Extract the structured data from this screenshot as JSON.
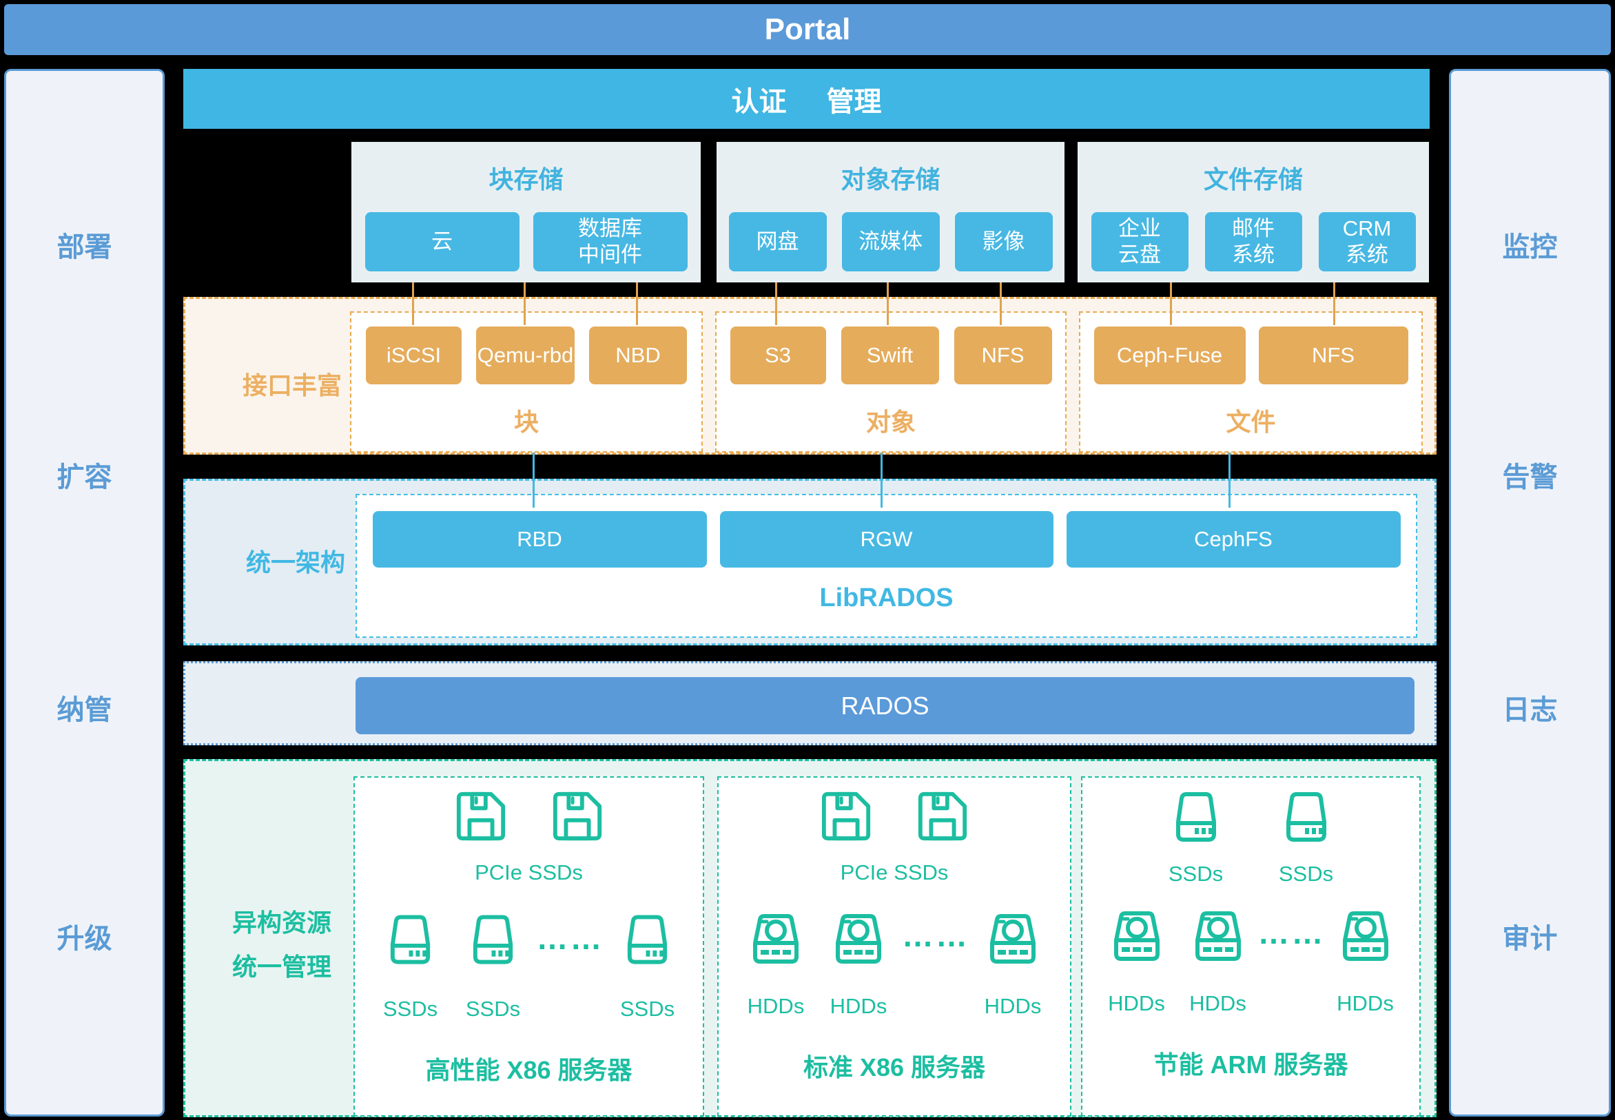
{
  "portal": {
    "title": "Portal"
  },
  "left_nav": {
    "items": [
      "部署",
      "扩容",
      "纳管",
      "升级"
    ]
  },
  "right_nav": {
    "items": [
      "监控",
      "告警",
      "日志",
      "审计"
    ]
  },
  "auth_bar": {
    "left": "认证",
    "right": "管理"
  },
  "storage_panels": [
    {
      "title": "块存储",
      "buttons": [
        {
          "lines": [
            "云"
          ]
        },
        {
          "lines": [
            "数据库",
            "中间件"
          ]
        }
      ]
    },
    {
      "title": "对象存储",
      "buttons": [
        {
          "lines": [
            "网盘"
          ]
        },
        {
          "lines": [
            "流媒体"
          ]
        },
        {
          "lines": [
            "影像"
          ]
        }
      ]
    },
    {
      "title": "文件存储",
      "buttons": [
        {
          "lines": [
            "企业",
            "云盘"
          ]
        },
        {
          "lines": [
            "邮件",
            "系统"
          ]
        },
        {
          "lines": [
            "CRM",
            "系统"
          ]
        }
      ]
    }
  ],
  "interface_section": {
    "label": "接口丰富",
    "groups": [
      {
        "name": "块",
        "buttons": [
          "iSCSI",
          "Qemu-rbd",
          "NBD"
        ]
      },
      {
        "name": "对象",
        "buttons": [
          "S3",
          "Swift",
          "NFS"
        ]
      },
      {
        "name": "文件",
        "buttons": [
          "Ceph-Fuse",
          "NFS"
        ]
      }
    ]
  },
  "unified_section": {
    "label": "统一架构",
    "buttons": [
      "RBD",
      "RGW",
      "CephFS"
    ],
    "base_label": "LibRADOS"
  },
  "rados_section": {
    "label": "RADOS"
  },
  "resource_section": {
    "label_lines": [
      "异构资源",
      "统一管理"
    ],
    "ellipsis": "……",
    "servers": [
      {
        "top_label": "PCIe SSDs",
        "drive_labels": [
          "SSDs",
          "SSDs",
          "SSDs"
        ],
        "title": "高性能 X86 服务器"
      },
      {
        "top_label": "PCIe SSDs",
        "drive_labels": [
          "HDDs",
          "HDDs",
          "HDDs"
        ],
        "title": "标准 X86 服务器"
      },
      {
        "top_drive_labels": [
          "SSDs",
          "SSDs"
        ],
        "drive_labels": [
          "HDDs",
          "HDDs",
          "HDDs"
        ],
        "title": "节能 ARM 服务器"
      }
    ]
  },
  "colors": {
    "portal_blue": "#5B9AD9",
    "cyan": "#41B8E4",
    "cyan_button": "#47B8E3",
    "orange": "#E9A94F",
    "orange_button": "#E5AC5C",
    "green": "#1CBEA1",
    "nav_text": "#5B9BD5",
    "cream_bg": "#FAF4EC",
    "mint_bg": "#E8F4F1",
    "light_panel_bg": "#EFF3F9"
  }
}
